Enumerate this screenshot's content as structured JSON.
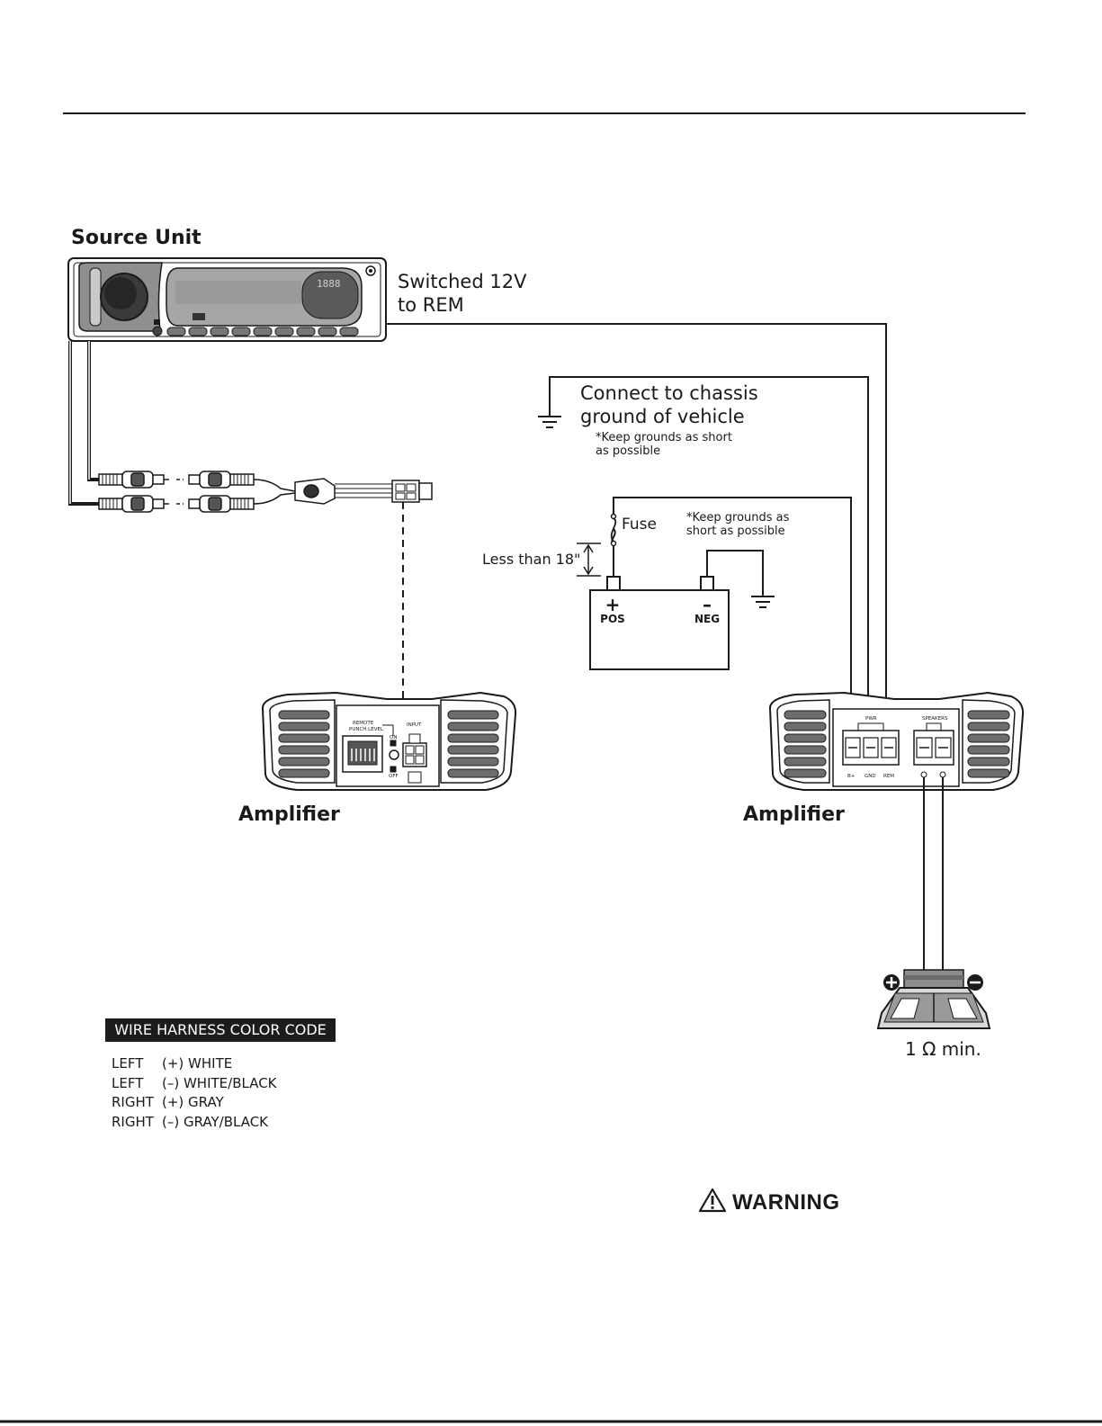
{
  "labels": {
    "source_unit": "Source Unit",
    "switched_line1": "Switched 12V",
    "switched_line2": "to REM",
    "chassis_line1": "Connect to chassis",
    "chassis_line2": "ground of vehicle",
    "keep_grounds_note_1": "*Keep grounds as short as possible",
    "keep_grounds_note_2": "*Keep grounds as short as possible",
    "fuse": "Fuse",
    "less_than": "Less than 18\"",
    "pos_symbol": "+",
    "pos": "POS",
    "neg_symbol": "–",
    "neg": "NEG",
    "amplifier_left": "Amplifier",
    "amplifier_right": "Amplifier",
    "one_ohm": "1 Ω min.",
    "warning": "WARNING"
  },
  "amp_panel": {
    "remote": "REMOTE",
    "punch": "PUNCH LEVEL",
    "input": "INPUT",
    "on": "ON",
    "off": "OFF",
    "pwr": "PWR",
    "speakers": "SPEAKERS",
    "b_plus": "B+",
    "gnd": "GND",
    "rem": "REM",
    "plus": "+",
    "minus": "–"
  },
  "harness": {
    "title": "WIRE HARNESS COLOR CODE",
    "rows": [
      {
        "side": "LEFT",
        "code": "(+) WHITE"
      },
      {
        "side": "LEFT",
        "code": "(–) WHITE/BLACK"
      },
      {
        "side": "RIGHT",
        "code": "(+) GRAY"
      },
      {
        "side": "RIGHT",
        "code": "(–) GRAY/BLACK"
      }
    ]
  },
  "colors": {
    "ink": "#1a1a1a",
    "panel_gray": "#9a9a9a",
    "display_gray": "#b3b3b3",
    "label_bg": "#1c1c1c"
  }
}
